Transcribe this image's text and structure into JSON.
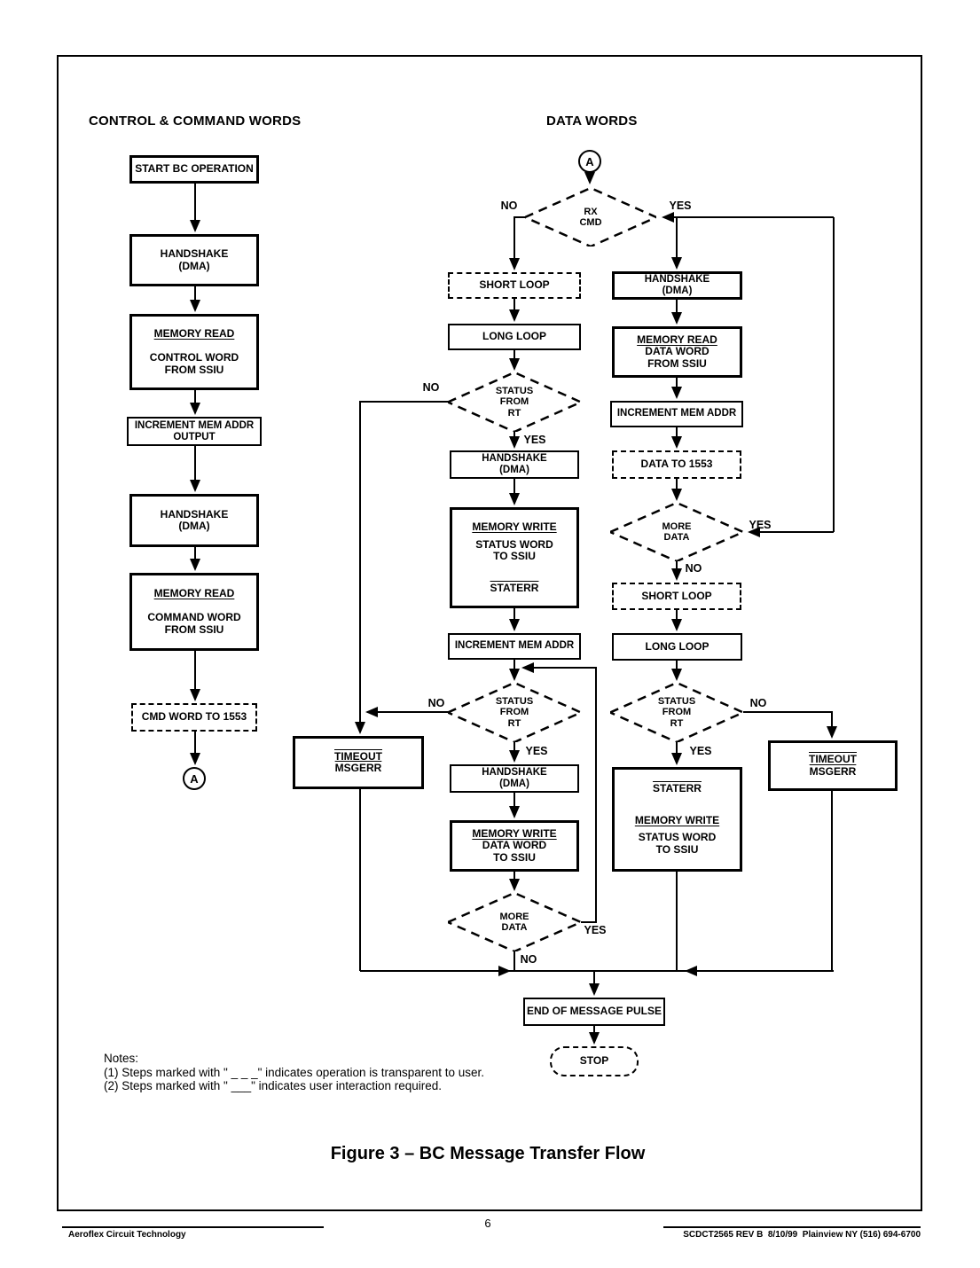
{
  "header": {
    "left": "CONTROL & COMMAND WORDS",
    "right": "DATA WORDS"
  },
  "flow": {
    "start": "START BC OPERATION",
    "handshake": "HANDSHAKE",
    "dma": "(DMA)",
    "memory_read": "MEMORY READ",
    "memory_write": "MEMORY WRITE",
    "control_word": "CONTROL WORD",
    "command_word": "COMMAND WORD",
    "data_word": "DATA WORD",
    "status_word": "STATUS WORD",
    "from_ssiu": "FROM SSIU",
    "to_ssiu": "TO SSIU",
    "increment_mem_addr": "INCREMENT MEM ADDR",
    "output": "OUTPUT",
    "cmd_word_to_1553": "CMD WORD TO 1553",
    "data_to_1553": "DATA TO 1553",
    "short_loop": "SHORT LOOP",
    "long_loop": "LONG LOOP",
    "rx": "RX",
    "cmd": "CMD",
    "status": "STATUS",
    "from": "FROM",
    "rt": "RT",
    "more": "MORE",
    "data": "DATA",
    "staterr": "STATERR",
    "timeout": "TIMEOUT",
    "msgerr": "MSGERR",
    "end_of_message_pulse": "END OF MESSAGE PULSE",
    "stop": "STOP"
  },
  "labels": {
    "yes": "YES",
    "no": "NO",
    "connector_a": "A"
  },
  "notes": {
    "title": "Notes:",
    "note1": "(1) Steps marked with \" _ _ _\" indicates operation is transparent to user.",
    "note2": "(2) Steps marked with \" ___\" indicates user interaction required."
  },
  "caption": "Figure 3 – BC Message Transfer Flow",
  "footer": {
    "left": "Aeroflex Circuit Technology",
    "page": "6",
    "right": "SCDCT2565 REV B  8/10/99  Plainview NY (516) 694-6700"
  }
}
